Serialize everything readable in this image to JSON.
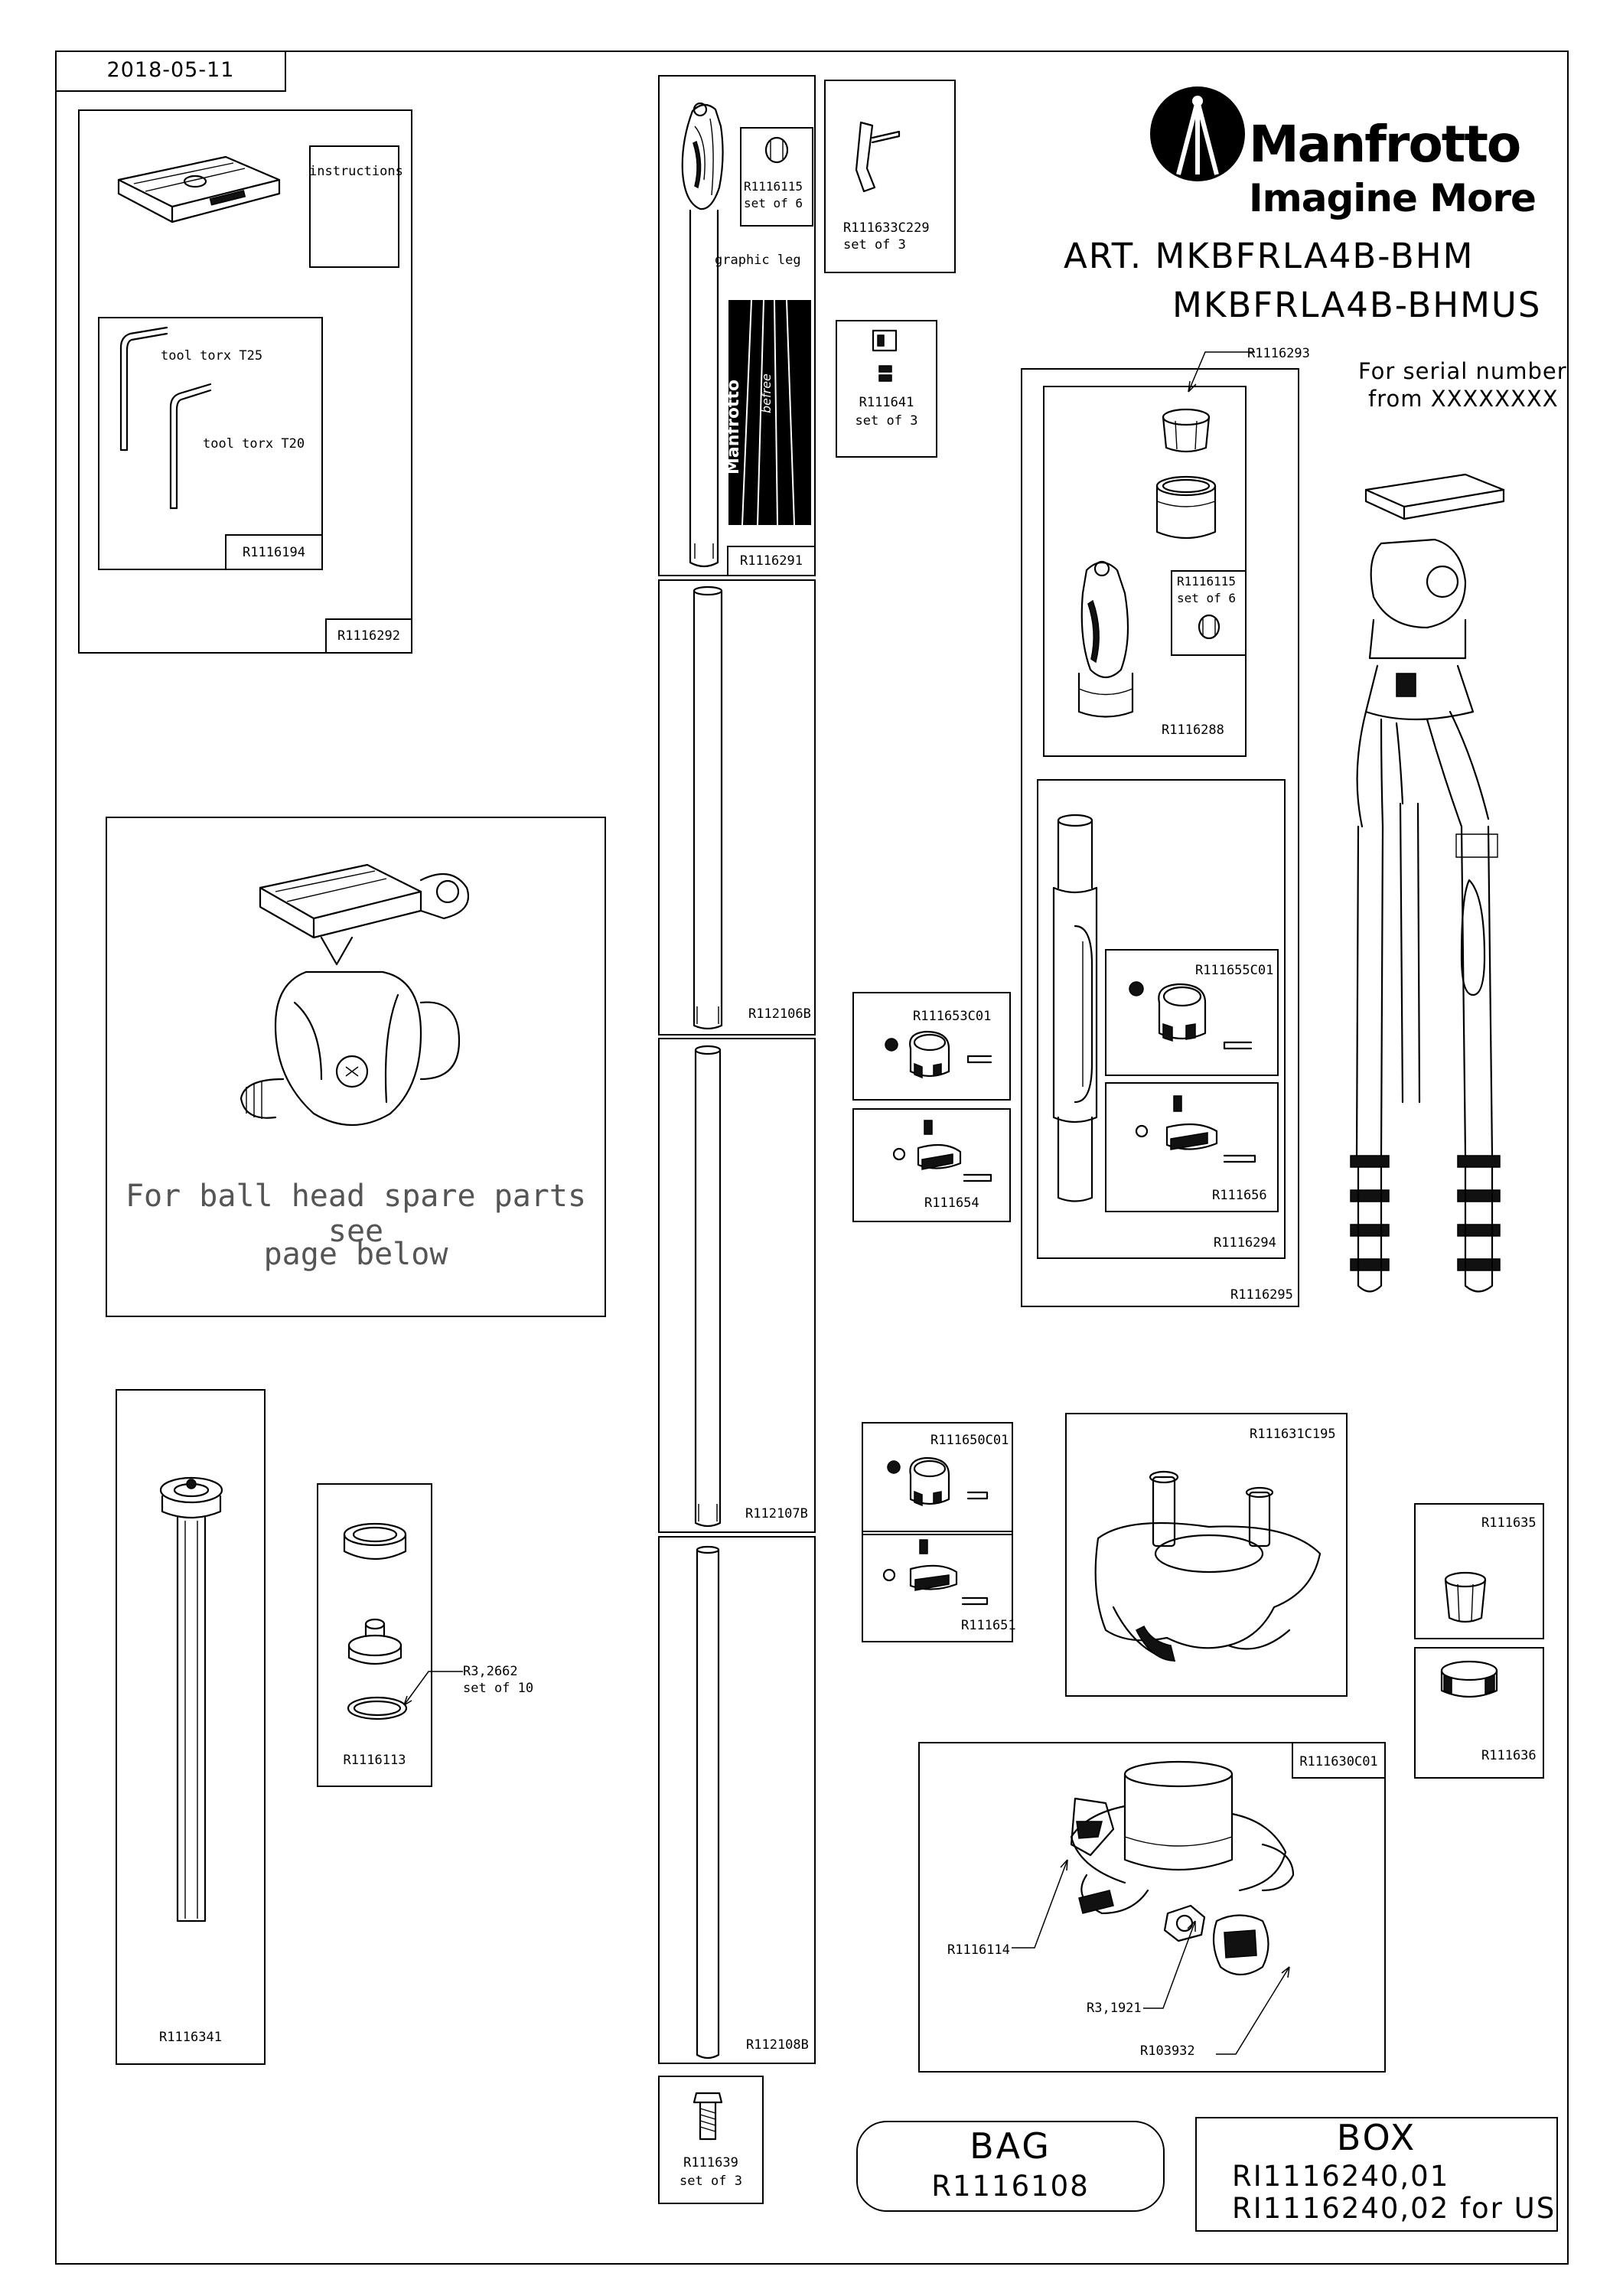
{
  "date": "2018-05-11",
  "brand": {
    "name": "Manfrotto",
    "tagline": "Imagine More"
  },
  "article": {
    "line1": "ART. MKBFRLA4B-BHM",
    "line2": "MKBFRLA4B-BHMUS"
  },
  "serial": {
    "line1": "For serial number",
    "line2": "from XXXXXXXX"
  },
  "leg_graphic": {
    "brand": "Manfrotto",
    "script": "befree"
  },
  "parts": {
    "plate_kit": "R1116292",
    "instructions": "instructions",
    "tool_t25": "tool torx T25",
    "tool_t20": "tool torx T20",
    "tools_kit": "R1116194",
    "ring_6a": "R1116115",
    "ring_6a_set": "set of 6",
    "graphic_leg": "graphic leg",
    "leg_top": "R1116291",
    "lever_a": "R111633C229",
    "lever_a_set": "set of 3",
    "clip": "R111641",
    "clip_set": "set of 3",
    "collar_top": "R1116293",
    "ring_6b": "R1116115",
    "ring_6b_set": "set of 6",
    "hub_kit": "R1116288",
    "tube_a": "R112106B",
    "tube_b": "R112107B",
    "tube_c": "R112108B",
    "clamp_a": "R111653C01",
    "clamp_a2": "R111654",
    "clamp_b": "R111655C01",
    "clamp_b2": "R111656",
    "leg_kit_inner": "R1116294",
    "leg_kit_outer": "R1116295",
    "ballhead_note_1": "For ball head spare parts see",
    "ballhead_note_2": "page below",
    "column": "R1116341",
    "cap_kit": "R1116113",
    "oring": "R3,2662",
    "oring_set": "set of 10",
    "screw": "R111639",
    "screw_set": "set of 3",
    "clamp_c": "R111650C01",
    "clamp_c2": "R111651",
    "spider": "R111631C195",
    "bush_a": "R111635",
    "bush_b": "R111636",
    "base": "R111630C01",
    "base_lever": "R1116114",
    "nut": "R3,1921",
    "knob": "R103932"
  },
  "bag": {
    "title": "BAG",
    "code": "R1116108"
  },
  "box": {
    "title": "BOX",
    "code1": "RI1116240,01",
    "code2": "RI1116240,02 for US"
  }
}
